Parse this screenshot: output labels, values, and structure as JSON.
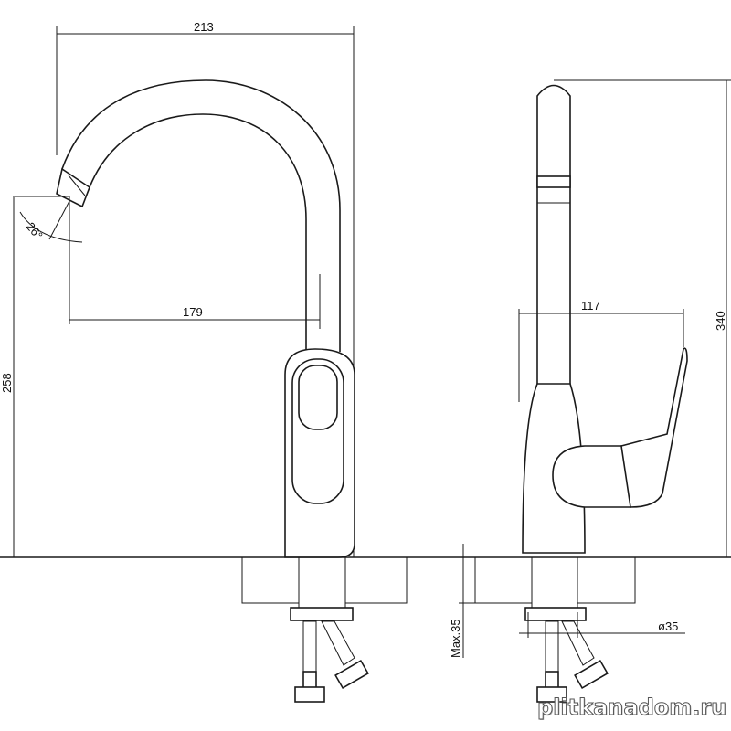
{
  "title": "Kitchen faucet dimension drawing",
  "dimensions": {
    "spout_reach_total": "213",
    "spout_reach_to_axis": "179",
    "spout_angle": "26°",
    "spout_height": "258",
    "total_height": "340",
    "handle_depth": "117",
    "max_countertop": "Max.35",
    "hole_diameter": "ø35"
  },
  "watermark": "plitkanadom.ru"
}
